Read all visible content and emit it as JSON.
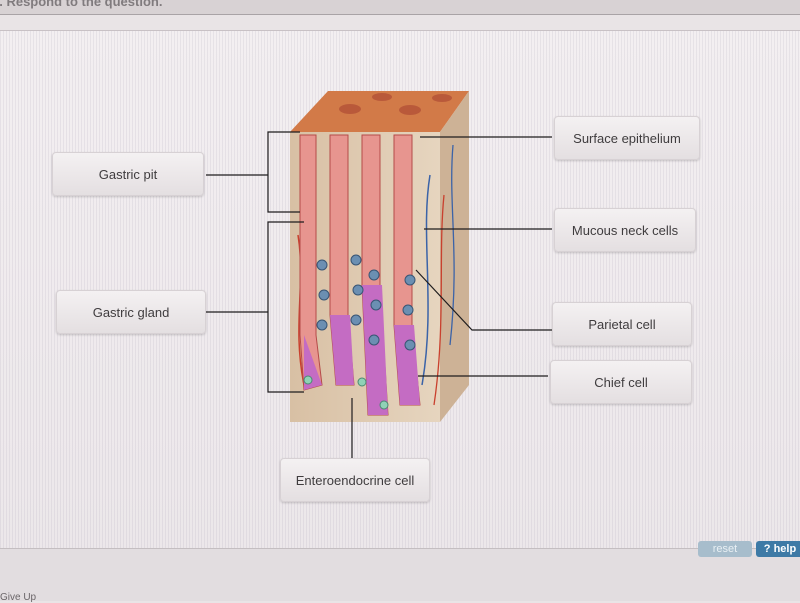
{
  "header": {
    "title": "... Respond to the question."
  },
  "labels": {
    "gastric_pit": "Gastric pit",
    "gastric_gland": "Gastric gland",
    "surface_epithelium": "Surface epithelium",
    "mucous_neck_cells": "Mucous neck cells",
    "parietal_cell": "Parietal cell",
    "chief_cell": "Chief cell",
    "enteroendocrine_cell": "Enteroendocrine cell"
  },
  "footer": {
    "reset_label": "reset",
    "help_label": "? help",
    "bottom_text": "Give Up"
  },
  "colors": {
    "button_blue": "#3e7aa6",
    "label_background": "#eeeaeb",
    "tissue_orange": "#d9814f",
    "gland_purple": "#c46cc3"
  }
}
